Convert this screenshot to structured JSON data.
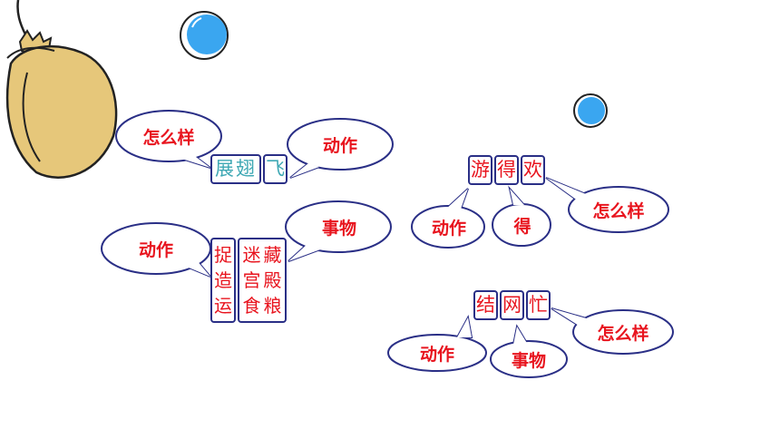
{
  "colors": {
    "label_red": "#e8141e",
    "outline_navy": "#2a2f86",
    "bubble_blue": "#3aa6f0",
    "seed_tan": "#e6c77a",
    "word_teal": "#3fa8b4"
  },
  "group1": {
    "chars": [
      "展",
      "翅",
      "飞"
    ],
    "bubble_left": "怎么样",
    "bubble_right": "动作"
  },
  "group2": {
    "col_a": [
      "捉",
      "造",
      "运"
    ],
    "col_b": [
      "迷",
      "藏",
      "宫",
      "殿",
      "食",
      "粮"
    ],
    "bubble_left": "动作",
    "bubble_right": "事物"
  },
  "group3": {
    "chars": [
      "游",
      "得",
      "欢"
    ],
    "bubble_left": "动作",
    "bubble_mid": "得",
    "bubble_right": "怎么样"
  },
  "group4": {
    "chars": [
      "结",
      "网",
      "忙"
    ],
    "bubble_left": "动作",
    "bubble_mid": "事物",
    "bubble_right": "怎么样"
  }
}
